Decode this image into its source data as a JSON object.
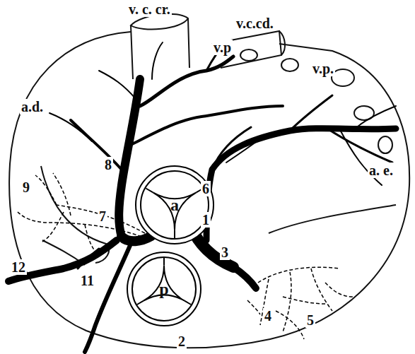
{
  "diagram": {
    "nodes": [
      {
        "text": [
          "a"
        ]
      },
      {
        "text": [
          "p"
        ]
      }
    ],
    "labels": [
      "v. c. cr.",
      "v.c.cd.",
      "v.p",
      "v.p.",
      "a.d.",
      "a. e.",
      "1",
      "2",
      "3",
      "4",
      "5",
      "6",
      "7",
      "8",
      "9",
      "11",
      "12"
    ]
  }
}
